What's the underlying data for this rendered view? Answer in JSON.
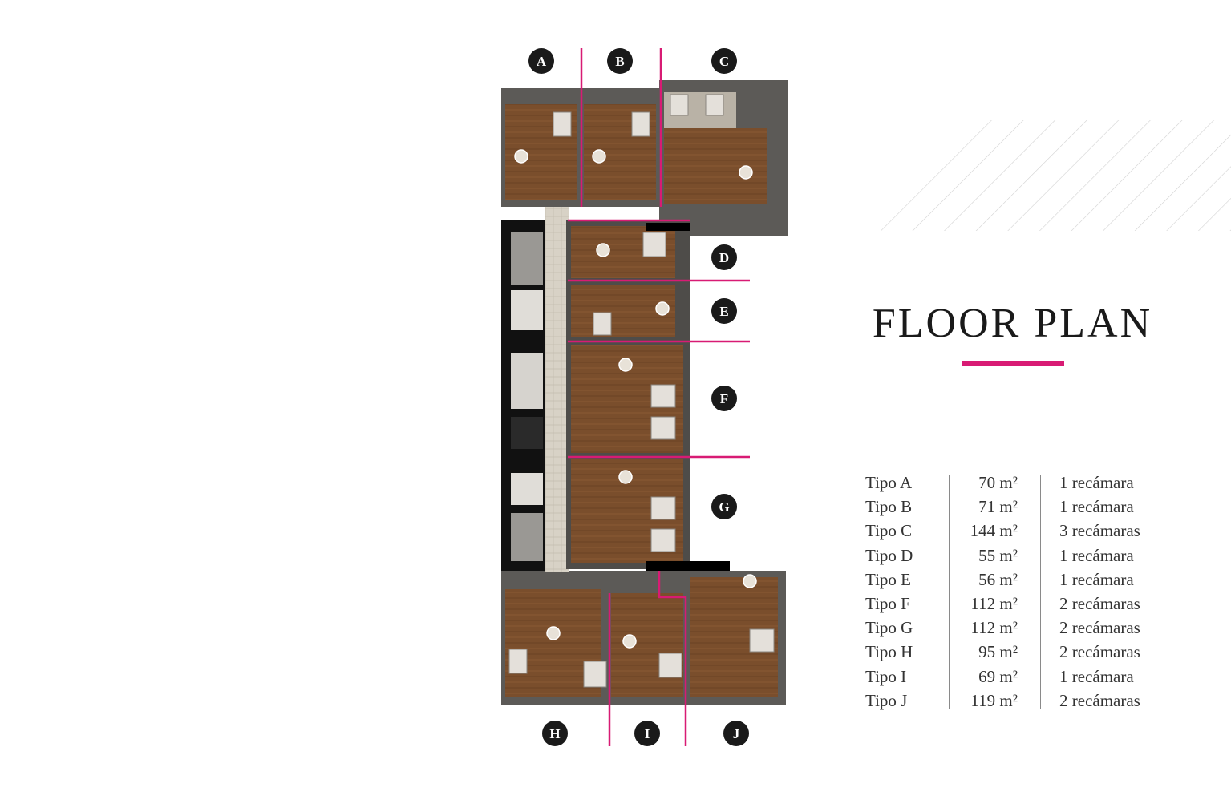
{
  "title": "FLOOR PLAN",
  "accent_color": "#d81b74",
  "marker_color": "#1a1a1a",
  "unit_labels": [
    "A",
    "B",
    "C",
    "D",
    "E",
    "F",
    "G",
    "H",
    "I",
    "J"
  ],
  "units": [
    {
      "type": "Tipo A",
      "area": "70  m²",
      "rooms": "1 recámara"
    },
    {
      "type": "Tipo B",
      "area": "71  m²",
      "rooms": "1 recámara"
    },
    {
      "type": "Tipo C",
      "area": "144  m²",
      "rooms": "3 recámaras"
    },
    {
      "type": "Tipo D",
      "area": "55  m²",
      "rooms": "1 recámara"
    },
    {
      "type": "Tipo E",
      "area": "56  m²",
      "rooms": "1 recámara"
    },
    {
      "type": "Tipo F",
      "area": "112  m²",
      "rooms": "2 recámaras"
    },
    {
      "type": "Tipo G",
      "area": "112  m²",
      "rooms": "2 recámaras"
    },
    {
      "type": "Tipo H",
      "area": "95  m²",
      "rooms": "2 recámaras"
    },
    {
      "type": "Tipo I",
      "area": "69  m²",
      "rooms": "1 recámara"
    },
    {
      "type": "Tipo J",
      "area": "119  m²",
      "rooms": "2 recámaras"
    }
  ]
}
